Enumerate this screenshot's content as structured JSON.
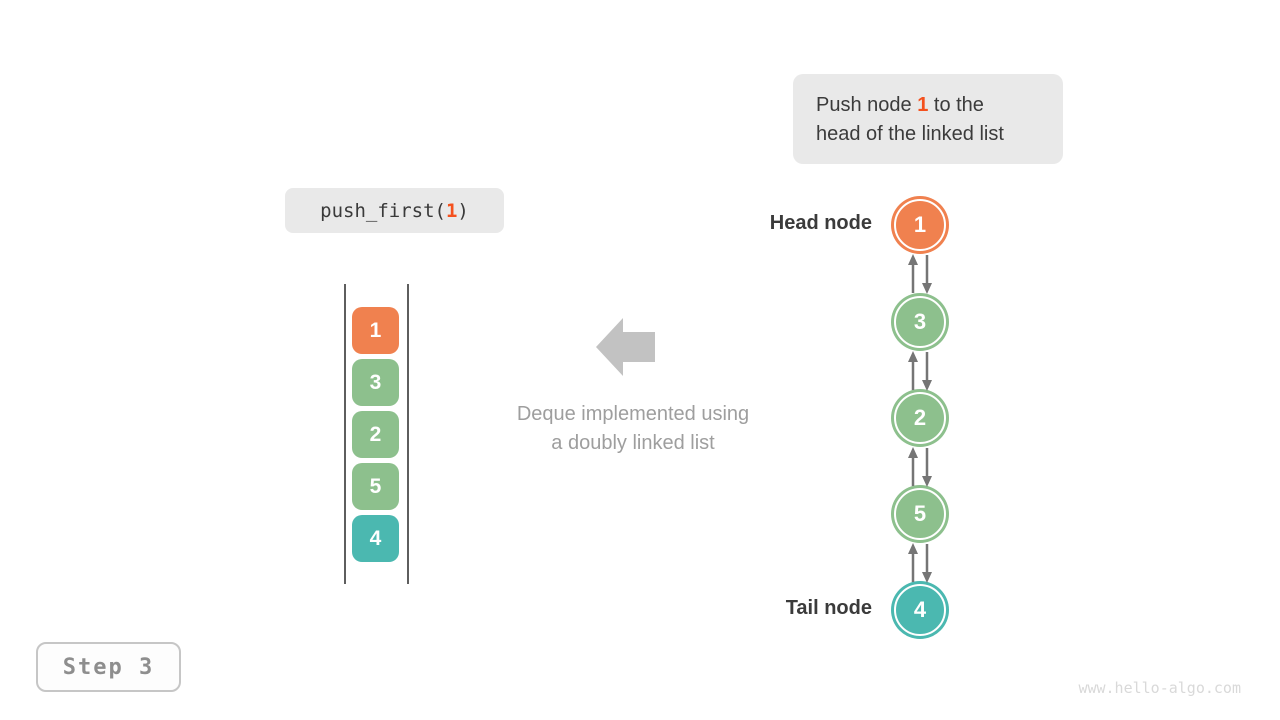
{
  "callout": {
    "text_before": "Push node ",
    "highlight": "1",
    "text_after": " to the",
    "line2": "head of the linked list"
  },
  "code_chip": {
    "fn_open": "push_first(",
    "arg": "1",
    "fn_close": ")"
  },
  "stack": {
    "cells": [
      {
        "value": "1",
        "color": "#F0814F"
      },
      {
        "value": "3",
        "color": "#8DC08D"
      },
      {
        "value": "2",
        "color": "#8DC08D"
      },
      {
        "value": "5",
        "color": "#8DC08D"
      },
      {
        "value": "4",
        "color": "#4BB8B0"
      }
    ]
  },
  "caption": {
    "line1": "Deque implemented using",
    "line2": "a doubly linked list"
  },
  "linked_list": {
    "head_label": "Head node",
    "tail_label": "Tail node",
    "nodes": [
      {
        "value": "1",
        "color": "#F0814F"
      },
      {
        "value": "3",
        "color": "#8DC08D"
      },
      {
        "value": "2",
        "color": "#8DC08D"
      },
      {
        "value": "5",
        "color": "#8DC08D"
      },
      {
        "value": "4",
        "color": "#4BB8B0"
      }
    ]
  },
  "step_badge": {
    "label": "Step 3"
  },
  "watermark": {
    "text": "www.hello-algo.com"
  },
  "palette": {
    "highlight_orange": "#F4511E",
    "node_orange": "#F0814F",
    "node_green": "#8DC08D",
    "node_teal": "#4BB8B0",
    "chip_background": "#E9E9E9",
    "text_dark": "#3B3B3B",
    "caption_gray": "#9E9E9E",
    "block_arrow_gray": "#C2C2C2",
    "link_arrow_gray": "#757575"
  }
}
